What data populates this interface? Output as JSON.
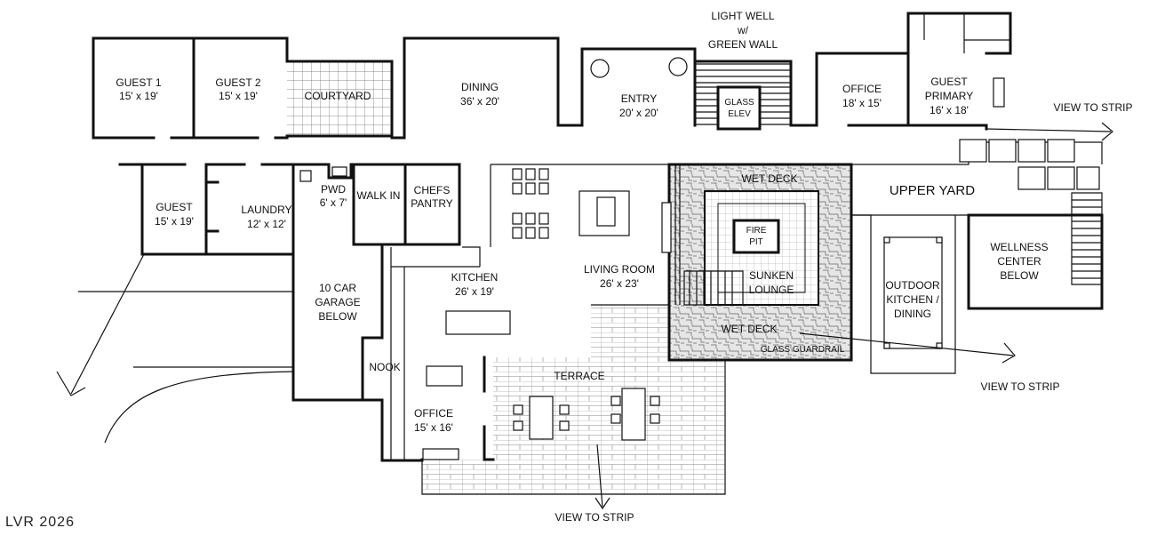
{
  "rooms": {
    "guest1": {
      "name": "GUEST 1",
      "size": "15' x 19'"
    },
    "guest2": {
      "name": "GUEST 2",
      "size": "15' x 19'"
    },
    "courtyard": {
      "name": "COURTYARD"
    },
    "dining": {
      "name": "DINING",
      "size": "36' x 20'"
    },
    "entry": {
      "name": "ENTRY",
      "size": "20' x 20'"
    },
    "light_well": {
      "line1": "LIGHT WELL",
      "line2": "w/",
      "line3": "GREEN WALL"
    },
    "glass_elev": {
      "line1": "GLASS",
      "line2": "ELEV"
    },
    "office_upper": {
      "name": "OFFICE",
      "size": "18' x 15'"
    },
    "guest_primary": {
      "line1": "GUEST",
      "line2": "PRIMARY",
      "size": "16' x 18'"
    },
    "guest": {
      "name": "GUEST",
      "size": "15' x 19'"
    },
    "laundry": {
      "name": "LAUNDRY",
      "size": "12' x 12'"
    },
    "pwd": {
      "name": "PWD",
      "size": "6' x 7'"
    },
    "walk_in": {
      "name": "WALK IN"
    },
    "chefs_pantry": {
      "line1": "CHEFS",
      "line2": "PANTRY"
    },
    "garage": {
      "line1": "10 CAR",
      "line2": "GARAGE",
      "line3": "BELOW"
    },
    "kitchen": {
      "name": "KITCHEN",
      "size": "26' x 19'"
    },
    "living_room": {
      "name": "LIVING ROOM",
      "size": "26' x 23'"
    },
    "wet_deck_top": {
      "name": "WET DECK"
    },
    "fire_pit": {
      "line1": "FIRE",
      "line2": "PIT"
    },
    "sunken_lounge": {
      "line1": "SUNKEN",
      "line2": "LOUNGE"
    },
    "wet_deck_bottom": {
      "name": "WET DECK"
    },
    "glass_guardrail": {
      "name": "GLASS GUARDRAIL"
    },
    "upper_yard": {
      "name": "UPPER YARD"
    },
    "outdoor_kitchen": {
      "line1": "OUTDOOR",
      "line2": "KITCHEN /",
      "line3": "DINING"
    },
    "wellness": {
      "line1": "WELLNESS",
      "line2": "CENTER",
      "line3": "BELOW"
    },
    "nook": {
      "name": "NOOK"
    },
    "office_lower": {
      "name": "OFFICE",
      "size": "15' x 16'"
    },
    "terrace": {
      "name": "TERRACE"
    }
  },
  "views": {
    "right_top": "VIEW TO STRIP",
    "right_mid": "VIEW TO STRIP",
    "bottom": "VIEW TO STRIP"
  },
  "watermark": "LVR 2026"
}
